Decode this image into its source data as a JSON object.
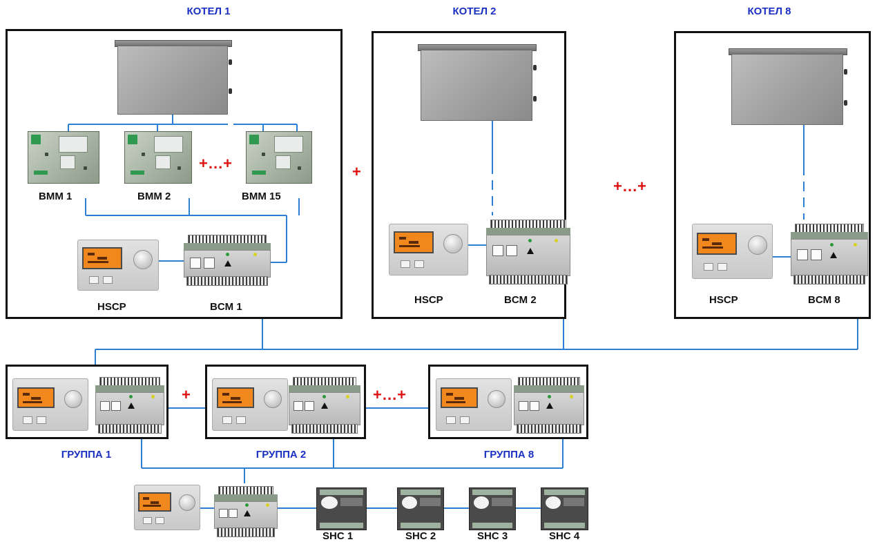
{
  "boilers": [
    {
      "title": "КОТЕЛ 1",
      "modules": [
        "BMM 1",
        "BMM 2",
        "BMM 15"
      ],
      "modules_plus": "+...+",
      "panel_label": "HSCP",
      "controller_label": "BCM 1"
    },
    {
      "title": "КОТЕЛ 2",
      "panel_label": "HSCP",
      "controller_label": "BCM 2"
    },
    {
      "title": "КОТЕЛ 8",
      "panel_label": "HSCP",
      "controller_label": "BCM 8"
    }
  ],
  "plus_between_boilers": [
    "+",
    "+...+"
  ],
  "groups": [
    {
      "label": "ГРУППА 1"
    },
    {
      "label": "ГРУППА 2"
    },
    {
      "label": "ГРУППА 8"
    }
  ],
  "plus_between_groups": [
    "+",
    "+...+"
  ],
  "shc": [
    "SHC 1",
    "SHC 2",
    "SHC 3",
    "SHC 4"
  ],
  "colors": {
    "wire": "#2a7fd4",
    "dashed_wire": "#2aa0c8",
    "title": "#1a2fc4",
    "plus": "#e01010",
    "frame": "#111111"
  }
}
